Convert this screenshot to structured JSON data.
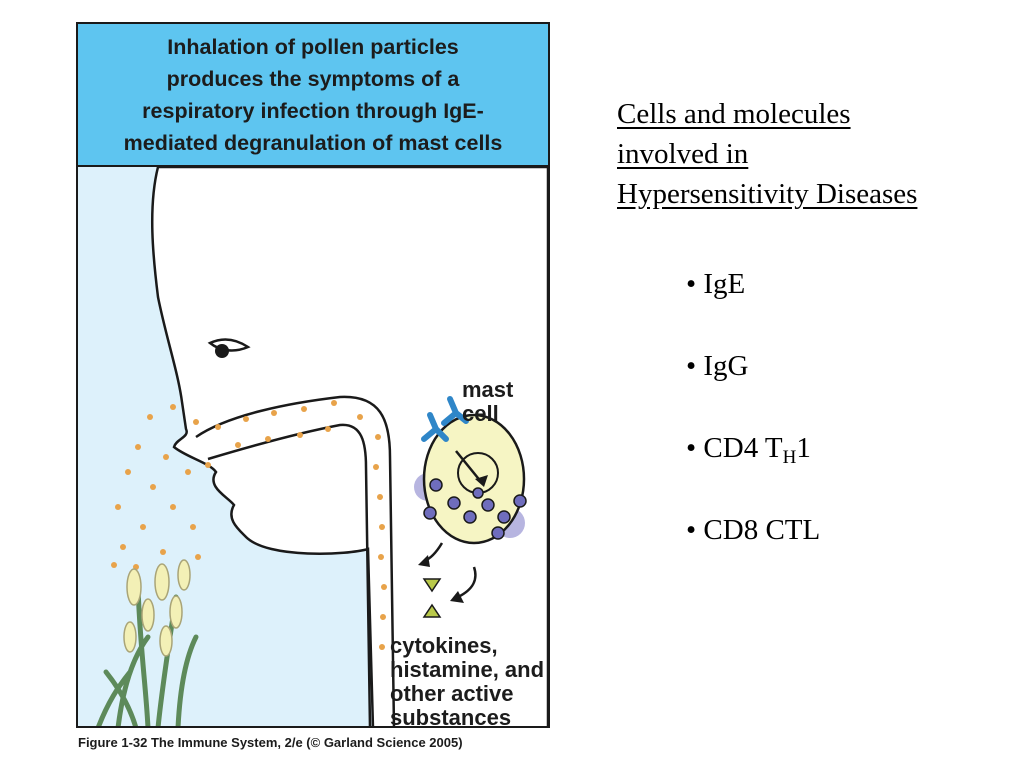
{
  "figure": {
    "title": "Inhalation of pollen particles produces the symptoms of a respiratory infection through IgE-mediated degranulation of mast cells",
    "title_lines": [
      "Inhalation of pollen particles",
      "produces the symptoms of a",
      "respiratory infection through IgE-",
      "mediated degranulation of mast cells"
    ],
    "labels": {
      "mast_cell": [
        "mast",
        "cell"
      ],
      "substances": [
        "cytokines,",
        "histamine, and",
        "other active",
        "substances"
      ]
    },
    "caption": "Figure 1-32  The Immune System, 2/e (© Garland Science 2005)",
    "colors": {
      "title_bg": "#5ec5f0",
      "background": "#ddf1fb",
      "pollen": "#e8a34a",
      "mast_cell": "#f6f5c4",
      "granules": "#6f6dbd",
      "antibody": "#2f86c8",
      "mediators": "#b9c94a",
      "plant_leaves": "#5d8a5a",
      "plant_flowers": "#f3f0b6"
    }
  },
  "slide": {
    "heading_lines": [
      "Cells and molecules",
      "involved in",
      "Hypersensitivity Diseases"
    ],
    "bullets": [
      {
        "text": "• IgE"
      },
      {
        "text": "• IgG"
      },
      {
        "prefix": "• CD4 T",
        "sub": "H",
        "suffix": "1"
      },
      {
        "text": "• CD8 CTL"
      }
    ]
  }
}
